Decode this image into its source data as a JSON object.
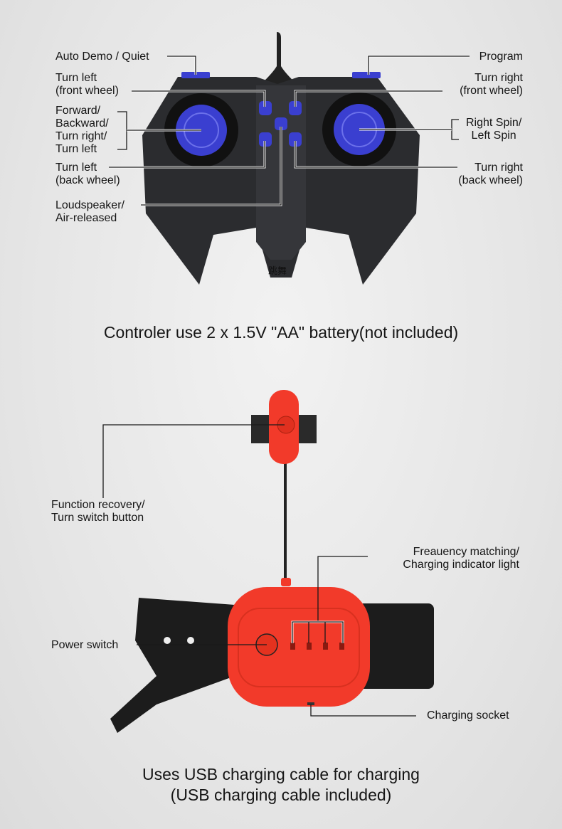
{
  "controller": {
    "labels": {
      "auto_demo": "Auto Demo / Quiet",
      "program": "Program",
      "turn_left_front": "Turn left\n(front wheel)",
      "turn_right_front": "Turn right\n(front wheel)",
      "forward": "Forward/\nBackward/\nTurn right/\nTurn left",
      "spin": "Right Spin/\nLeft Spin",
      "turn_left_back": "Turn left\n(back wheel)",
      "turn_right_back": "Turn right\n(back wheel)",
      "loudspeaker": "Loudspeaker/\nAir-released"
    },
    "body_mark": "跳舞",
    "caption": "Controler use 2 x 1.5V \"AA\" battery(not included)"
  },
  "wristband": {
    "labels": {
      "function_recovery": "Function recovery/\nTurn switch button",
      "frequency": "Freauency matching/\nCharging indicator light",
      "power_switch": "Power switch",
      "charging_socket": "Charging socket"
    },
    "caption": "Uses USB charging cable for charging\n(USB charging cable included)"
  },
  "colors": {
    "accent_blue": "#3a3fd0",
    "device_red": "#f23a2a",
    "body_dark": "#2b2c2f"
  }
}
